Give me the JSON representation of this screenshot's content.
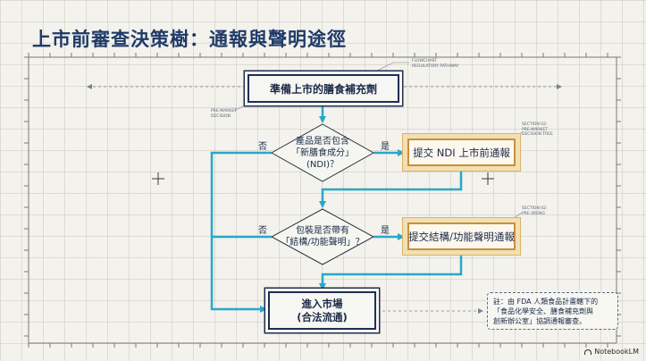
{
  "title": "上市前審查決策樹：通報與聲明途徑",
  "nodes": {
    "start": "準備上市的膳食補充劑",
    "decision1": [
      "產品是否包含",
      "「新膳食成分」",
      "(NDI)？"
    ],
    "action1": "提交 NDI 上市前通報",
    "decision2": [
      "包裝是否帶有",
      "「結構/功能聲明」？"
    ],
    "action2": "提交結構/功能聲明通報",
    "end": [
      "進入市場",
      "(合法流通)"
    ]
  },
  "branches": {
    "d1_yes": "是",
    "d1_no": "否",
    "d2_yes": "是",
    "d2_no": "否"
  },
  "annotations": {
    "flowchart": [
      "FLOWCHART",
      "REGULATORY PATHWAY"
    ],
    "premarket": [
      "PRE-MARKET",
      "DECISION"
    ],
    "section1": [
      "SECTION 02:",
      "PRE-MARKET",
      "DECISION TREE"
    ],
    "section2": [
      "SECTION 02:",
      "PRE-4RENG"
    ]
  },
  "note": [
    "註：由 FDA 人類食品計畫轄下的",
    "「食品化學安全、膳食補充劑與",
    "創新辦公室」協調通報審查。"
  ],
  "logo": "NotebookLM",
  "colors": {
    "arrow": "#2aa6c9",
    "navy": "#1f2f50",
    "gold": "#c6903e",
    "title": "#1f3a68"
  }
}
